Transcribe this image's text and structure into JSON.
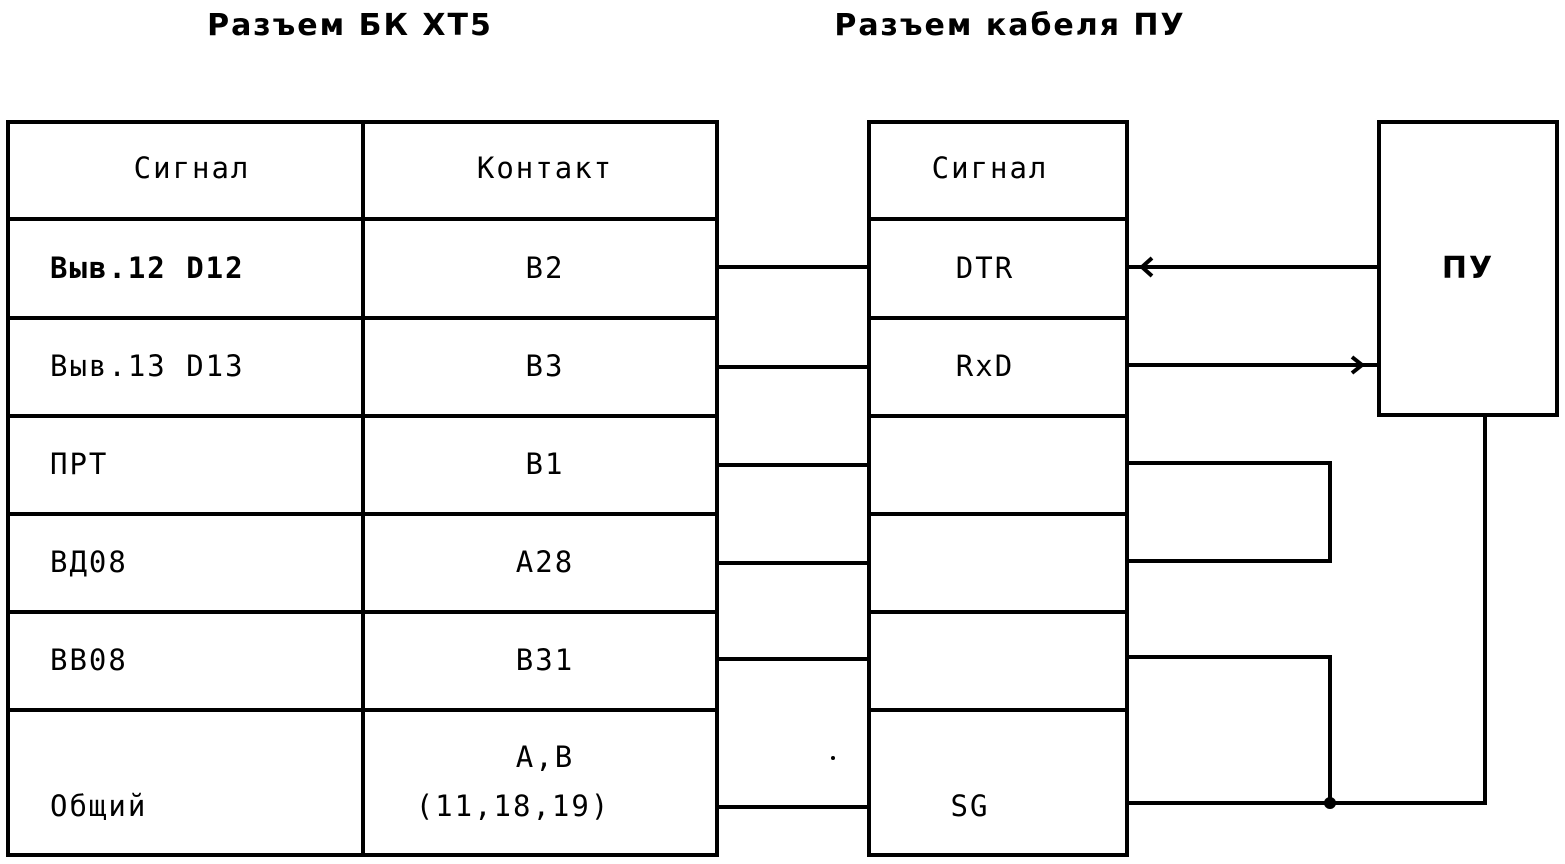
{
  "titles": {
    "left": "Разъем БК XT5",
    "right": "Разъем кабеля ПУ"
  },
  "left_table": {
    "headers": [
      "Сигнал",
      "Контакт"
    ],
    "rows": [
      {
        "signal": "Выв.12 D12",
        "contact": "B2"
      },
      {
        "signal": "Выв.13 D13",
        "contact": "B3"
      },
      {
        "signal": "ПРТ",
        "contact": "B1"
      },
      {
        "signal": "ВД08",
        "contact": "A28"
      },
      {
        "signal": "ВВ08",
        "contact": "B31"
      },
      {
        "signal": "Общий",
        "contact": "A,B",
        "contact2": "(11,18,19)"
      }
    ]
  },
  "right_table": {
    "header": "Сигнал",
    "rows": [
      "DTR",
      "RxD",
      "",
      "",
      "",
      "SG"
    ]
  },
  "device": {
    "label": "ПУ"
  }
}
